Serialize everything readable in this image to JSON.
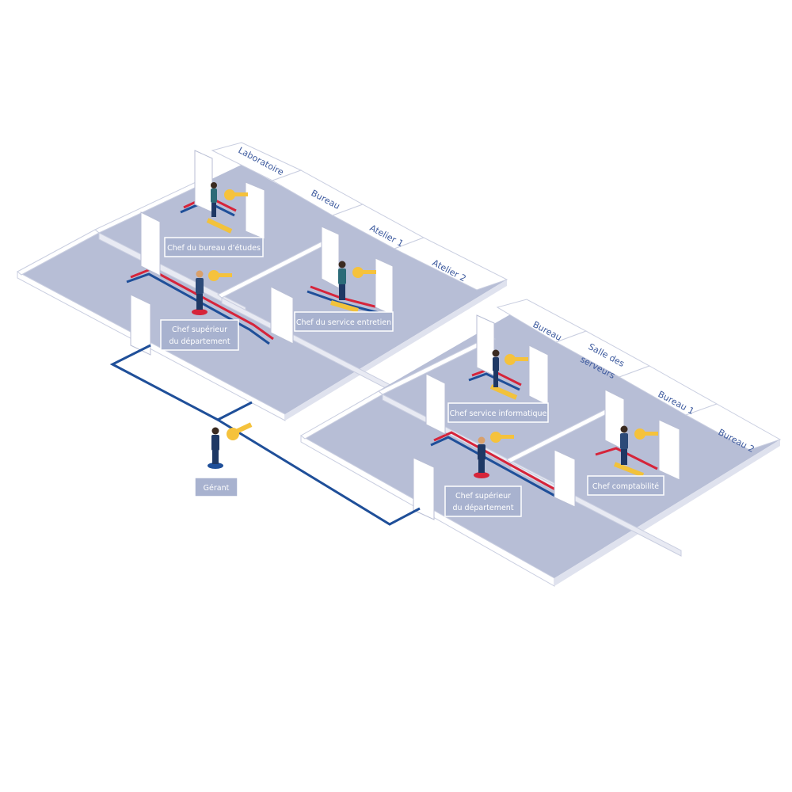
{
  "colors": {
    "floor": "#b7bed6",
    "wall_top": "#ffffff",
    "wall_side": "#d6dae8",
    "label_box": "#a8b2cf",
    "label_text": "#ffffff",
    "room_text": "#3d5a9e",
    "path_red": "#d6243a",
    "path_blue": "#1f4f99",
    "path_yellow": "#f2c23b",
    "key": "#f5c23c",
    "person": "#1e3864",
    "door": "#ffffff"
  },
  "building_a": {
    "rooms": [
      "Laboratoire",
      "Bureau",
      "Atelier 1",
      "Atelier 2"
    ],
    "roles": [
      "Chef du bureau d'études",
      "Chef supérieur du département",
      "Chef du service entretien"
    ]
  },
  "building_b": {
    "rooms": [
      "Bureau",
      "Salle des serveurs",
      "Bureau 1",
      "Bureau 2"
    ],
    "roles": [
      "Chef service informatique",
      "Chef supérieur du département",
      "Chef comptabilité"
    ]
  },
  "manager": {
    "role": "Gérant"
  },
  "labels": {
    "a_lab": "Laboratoire",
    "a_bureau": "Bureau",
    "a_atelier1": "Atelier 1",
    "a_atelier2": "Atelier 2",
    "a_chef_etudes": "Chef du bureau d’études",
    "a_chef_sup_1": "Chef supérieur",
    "a_chef_sup_2": "du département",
    "a_chef_entretien": "Chef du service entretien",
    "b_bureau": "Bureau",
    "b_serveurs_1": "Salle des",
    "b_serveurs_2": "serveurs",
    "b_bureau1": "Bureau 1",
    "b_bureau2": "Bureau 2",
    "b_chef_info": "Chef service informatique",
    "b_chef_sup_1": "Chef supérieur",
    "b_chef_sup_2": "du département",
    "b_chef_compta": "Chef comptabilité",
    "gerant": "Gérant"
  }
}
